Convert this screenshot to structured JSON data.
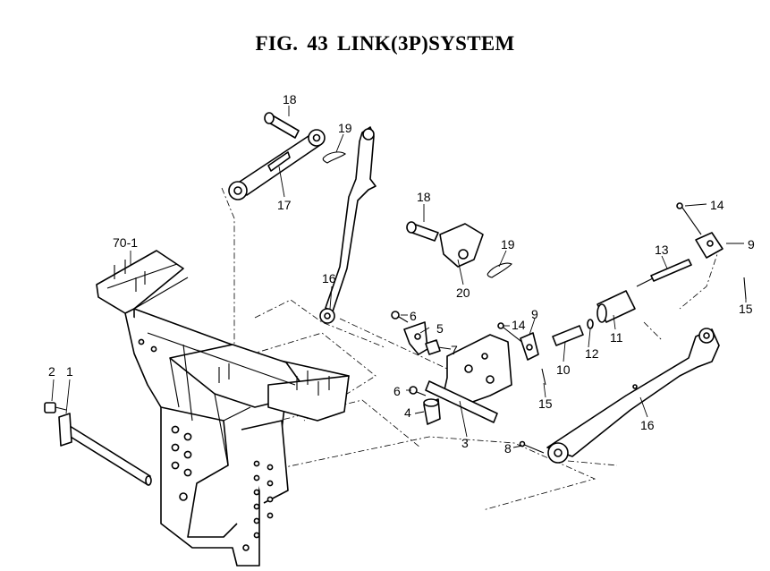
{
  "figure": {
    "title": "FIG. 43  LINK(3P)SYSTEM"
  },
  "labels": {
    "p1": "1",
    "p2": "2",
    "p3": "3",
    "p4": "4",
    "p5": "5",
    "p6a": "6",
    "p6b": "6",
    "p7": "7",
    "p8": "8",
    "p9a": "9",
    "p9b": "9",
    "p10": "10",
    "p11": "11",
    "p12": "12",
    "p13": "13",
    "p14a": "14",
    "p14b": "14",
    "p15a": "15",
    "p15b": "15",
    "p16a": "16",
    "p16b": "16",
    "p17": "17",
    "p18a": "18",
    "p18b": "18",
    "p19a": "19",
    "p19b": "19",
    "p20": "20",
    "p70_1": "70-1"
  }
}
